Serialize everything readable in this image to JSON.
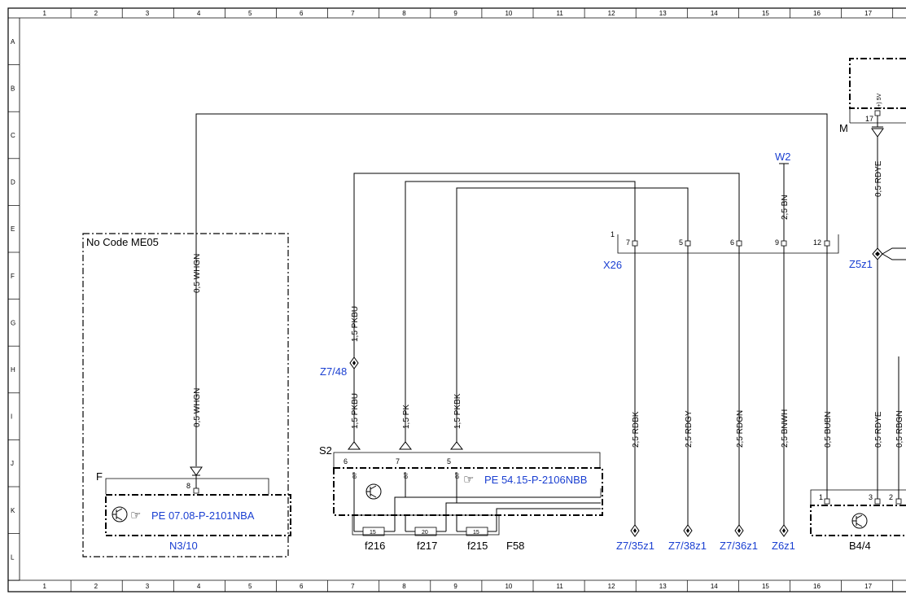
{
  "grid": {
    "columns": [
      "1",
      "2",
      "3",
      "4",
      "5",
      "6",
      "7",
      "8",
      "9",
      "10",
      "11",
      "12",
      "13",
      "14",
      "15",
      "16",
      "17"
    ],
    "rows": [
      "A",
      "B",
      "C",
      "D",
      "E",
      "F",
      "G",
      "H",
      "I",
      "J",
      "K",
      "L"
    ]
  },
  "components": {
    "no_code_box": "No  Code ME05",
    "n3_10": "N3/10",
    "n3_10_ref": "PE 07.08-P-2101NBA",
    "n3_10_connector": "F",
    "n3_10_pin": "8",
    "s2": "S2",
    "s2_ref": "PE 54.15-P-2106NBB",
    "s2_pins": [
      "6",
      "7",
      "5"
    ],
    "s2_sub": [
      "87",
      "87",
      "87"
    ],
    "f58": "F58",
    "fuses": [
      {
        "name": "f216",
        "value": "15"
      },
      {
        "name": "f217",
        "value": "20"
      },
      {
        "name": "f215",
        "value": "15"
      }
    ],
    "x26": "X26",
    "x26_one": "1",
    "x26_pins": [
      "7",
      "5",
      "6",
      "9",
      "12"
    ],
    "w2": "W2",
    "z7_48": "Z7/48",
    "z5z1": "Z5z1",
    "b4_4": "B4/4",
    "b4_pins": [
      "1",
      "3",
      "2"
    ],
    "m_label": "M",
    "m_pin": "17",
    "m_sub": "(+) 5V",
    "bottom_splices": [
      "Z7/35z1",
      "Z7/38z1",
      "Z7/36z1",
      "Z6z1"
    ]
  },
  "wires": {
    "whgn_upper": "0,5 WHGN",
    "whgn_lower": "0,5 WHGN",
    "pkbu_upper": "1,5 PKBU",
    "pkbu_lower": "1,5 PKBU",
    "pk": "1,5 PK",
    "pkbk": "1,5 PKBK",
    "bn": "2,5 BN",
    "rdbk": "2,5 RDBK",
    "rdgy": "2,5 RDGY",
    "rdgn": "2,5 RDGN",
    "bnwh": "2,5 BNWH",
    "bubn": "0,5 BUBN",
    "rdye_upper": "0,5 RDYE",
    "rdye_lower": "0,5 RDYE",
    "rbgn_cut": "0,5 RBGN"
  },
  "icons": [
    "transistor-icon",
    "hand-pointer-icon"
  ]
}
